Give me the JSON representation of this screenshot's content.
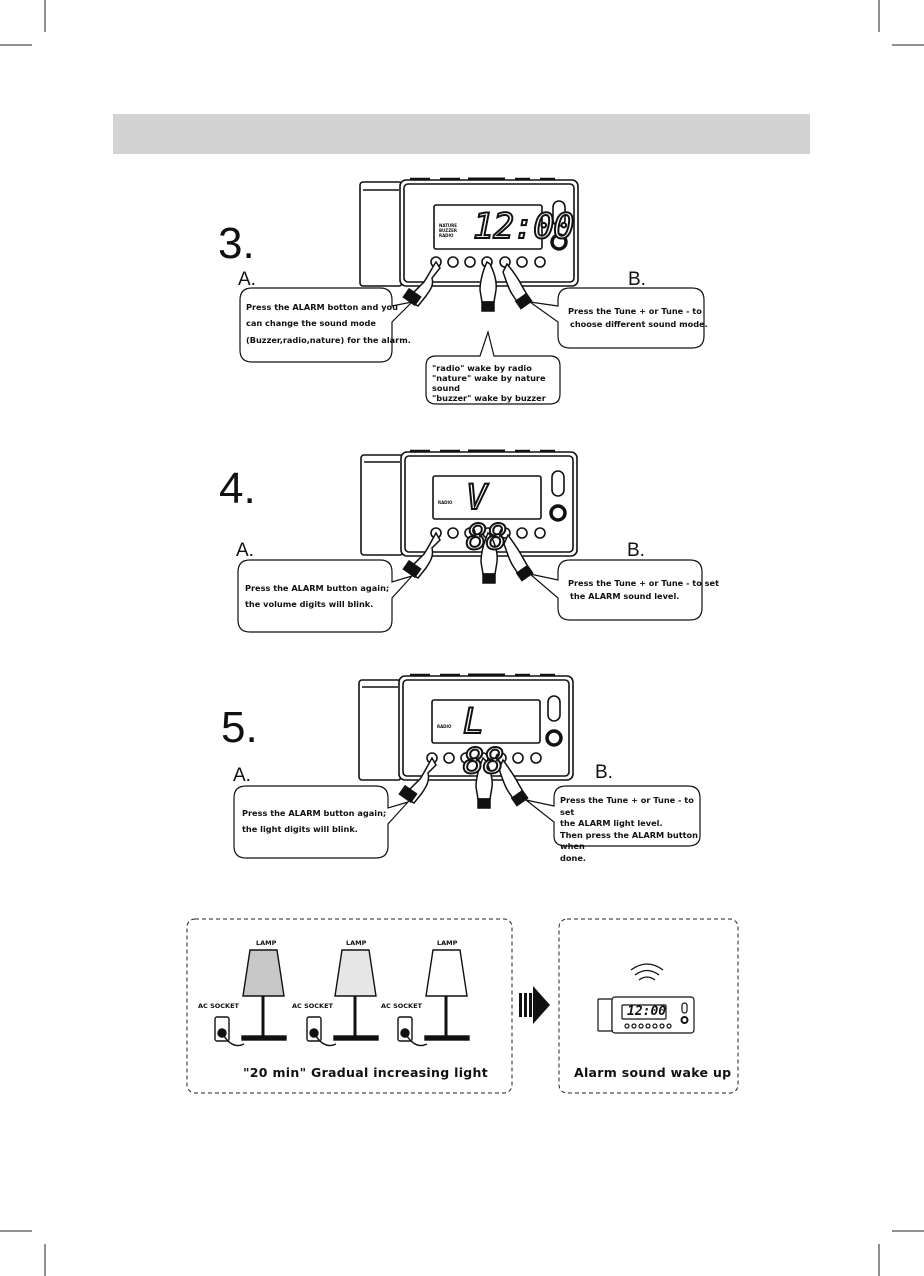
{
  "steps": [
    {
      "number": "3.",
      "label_a": "A.",
      "label_b": "B.",
      "display_digits": "12:00",
      "display_indicators": [
        "NATURE",
        "BUZZER",
        "RADIO"
      ],
      "callout_a": [
        "Press the ALARM botton and you",
        "can change the sound mode",
        "(Buzzer,radio,nature) for the alarm."
      ],
      "callout_b": [
        "Press the Tune + or Tune - to",
        "choose different sound mode."
      ],
      "callout_c": [
        "\"radio\" wake by radio",
        "\"nature\" wake by nature sound",
        "\"buzzer\" wake by buzzer"
      ]
    },
    {
      "number": "4.",
      "label_a": "A.",
      "label_b": "B.",
      "display_digits": "V 88",
      "display_indicators": [
        "RADIO"
      ],
      "callout_a": [
        "Press the ALARM button again;",
        "the volume digits will blink."
      ],
      "callout_b": [
        "Press the Tune + or Tune - to set",
        "the ALARM sound level."
      ]
    },
    {
      "number": "5.",
      "label_a": "A.",
      "label_b": "B.",
      "display_digits": "L 88",
      "display_indicators": [
        "RADIO"
      ],
      "callout_a": [
        "Press the ALARM button again;",
        "the  light  digits will blink."
      ],
      "callout_b": [
        "Press the Tune + or Tune - to set",
        "the ALARM light level.",
        "Then press the ALARM button when",
        "done."
      ]
    }
  ],
  "bottom": {
    "lamp_label": "LAMP",
    "socket_label": "AC SOCKET",
    "left_caption": "\"20 min\" Gradual increasing light",
    "right_caption": "Alarm sound wake up",
    "clock_digits": "12:00"
  }
}
